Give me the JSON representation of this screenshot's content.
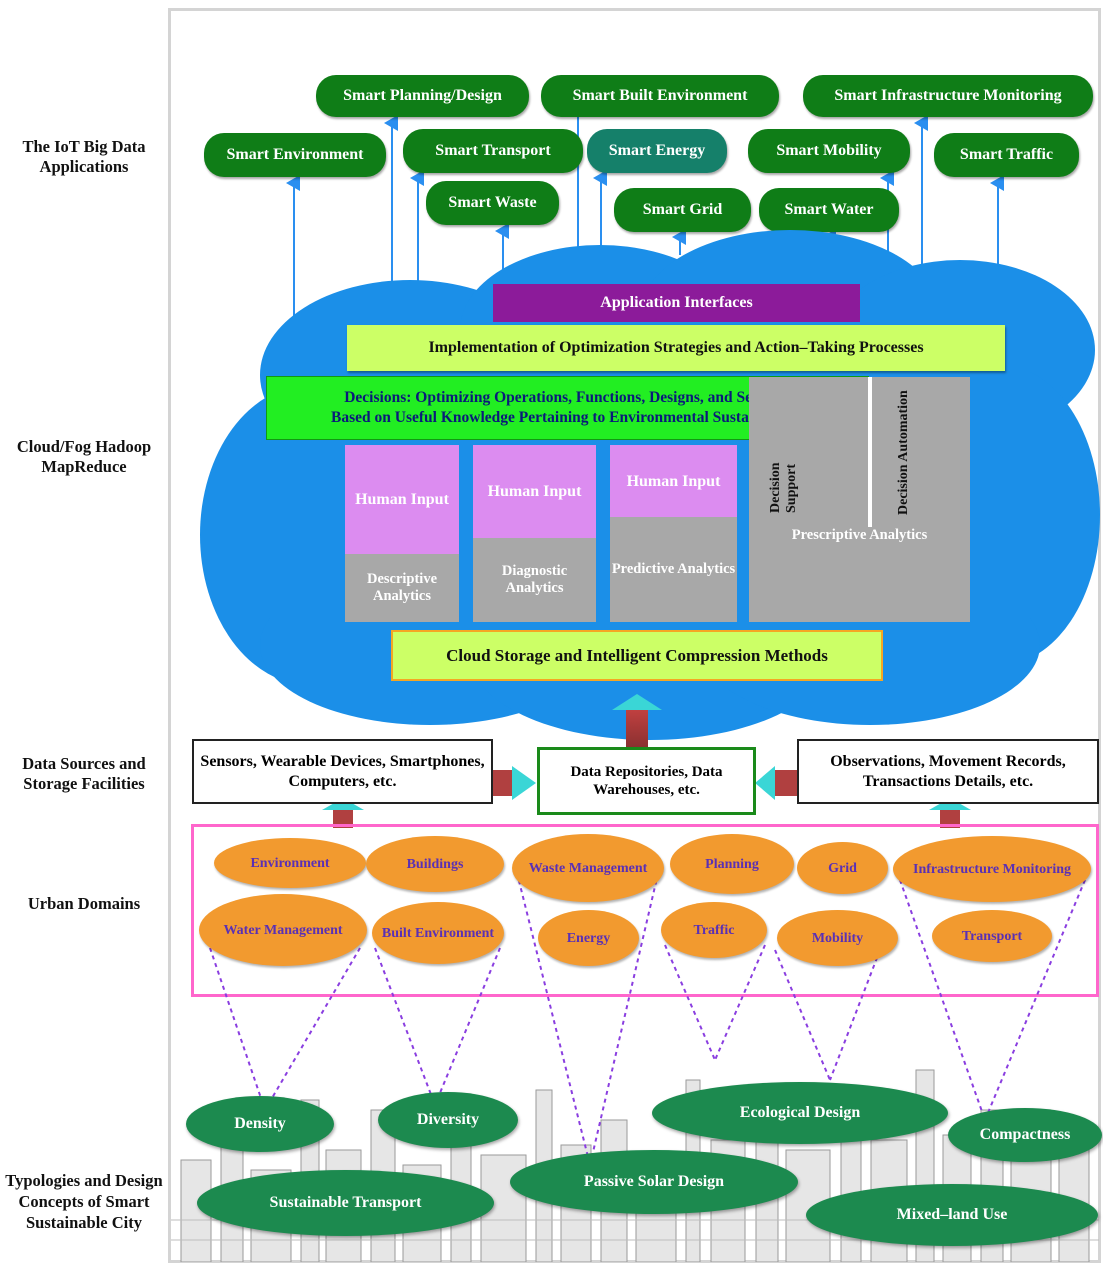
{
  "layers": {
    "apps": "The IoT Big Data Applications",
    "cloud": "Cloud/Fog Hadoop MapReduce",
    "sources": "Data Sources and Storage Facilities",
    "domains": "Urban Domains",
    "typologies": "Typologies and Design Concepts of Smart Sustainable City"
  },
  "applications": {
    "planning": "Smart Planning/Design",
    "built": "Smart Built Environment",
    "infra": "Smart Infrastructure Monitoring",
    "environment": "Smart Environment",
    "transport": "Smart Transport",
    "energy": "Smart Energy",
    "mobility": "Smart Mobility",
    "traffic": "Smart  Traffic",
    "waste": "Smart Waste",
    "grid": "Smart Grid",
    "water": "Smart Water"
  },
  "cloud": {
    "app_interfaces": "Application Interfaces",
    "implementation": "Implementation of Optimization Strategies and Action–Taking Processes",
    "decisions_line1": "Decisions: Optimizing Operations, Functions, Designs, and Services",
    "decisions_line2": "Based on Useful Knowledge Pertaining to Environmental  Sustainability",
    "human_input": "Human Input",
    "descriptive": "Descriptive Analytics",
    "diagnostic": "Diagnostic Analytics",
    "predictive": "Predictive Analytics",
    "prescriptive": "Prescriptive Analytics",
    "decision_support": "Decision Support",
    "decision_automation": "Decision Automation",
    "storage": "Cloud Storage and Intelligent Compression Methods"
  },
  "sources": {
    "left": "Sensors, Wearable Devices, Smartphones, Computers, etc.",
    "center": "Data Repositories, Data Warehouses, etc.",
    "right": "Observations, Movement Records, Transactions Details, etc."
  },
  "domains": {
    "environment": "Environment",
    "buildings": "Buildings",
    "waste": "Waste Management",
    "planning": "Planning",
    "grid": "Grid",
    "infra": "Infrastructure Monitoring",
    "water": "Water Management",
    "built": "Built Environment",
    "energy": "Energy",
    "traffic": "Traffic",
    "mobility": "Mobility",
    "transport": "Transport"
  },
  "typologies": {
    "density": "Density",
    "diversity": "Diversity",
    "ecological": "Ecological Design",
    "compactness": "Compactness",
    "sustainable_transport": "Sustainable Transport",
    "passive_solar": "Passive Solar Design",
    "mixed_land": "Mixed–land Use"
  },
  "colors": {
    "app_green": "#0f7d17",
    "cloud_blue": "#1b8fe8",
    "purple": "#8c1b9a",
    "lime": "#ccff66",
    "green_band": "#22ee22",
    "human_input": "#dc8cf0",
    "analytics_gray": "#a8a8a8",
    "domain_orange": "#f29a2f",
    "domain_border": "#ff66cc",
    "typology_green": "#1c8a4f"
  }
}
